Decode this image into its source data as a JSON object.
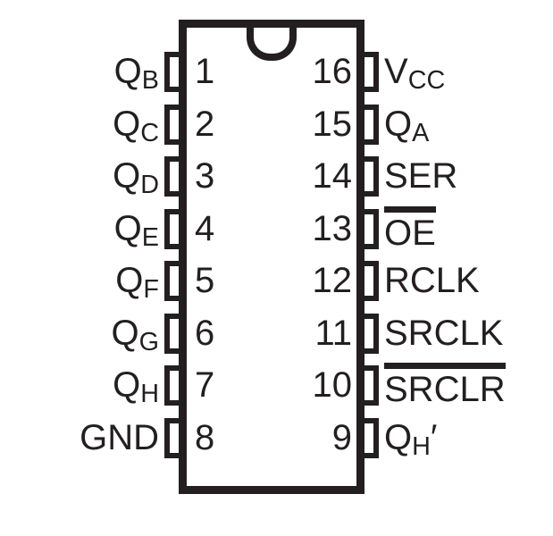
{
  "colors": {
    "ink": "#231f20",
    "background": "#ffffff"
  },
  "icons": {
    "index_notch": "half-circle-notch"
  },
  "chip": {
    "left_pins": [
      {
        "num": "1",
        "base": "Q",
        "sub": "B",
        "overline": false
      },
      {
        "num": "2",
        "base": "Q",
        "sub": "C",
        "overline": false
      },
      {
        "num": "3",
        "base": "Q",
        "sub": "D",
        "overline": false
      },
      {
        "num": "4",
        "base": "Q",
        "sub": "E",
        "overline": false
      },
      {
        "num": "5",
        "base": "Q",
        "sub": "F",
        "overline": false
      },
      {
        "num": "6",
        "base": "Q",
        "sub": "G",
        "overline": false
      },
      {
        "num": "7",
        "base": "Q",
        "sub": "H",
        "overline": false
      },
      {
        "num": "8",
        "base": "GND",
        "sub": "",
        "overline": false
      }
    ],
    "right_pins": [
      {
        "num": "16",
        "base": "V",
        "sub": "CC",
        "overline": false
      },
      {
        "num": "15",
        "base": "Q",
        "sub": "A",
        "overline": false
      },
      {
        "num": "14",
        "base": "SER",
        "sub": "",
        "overline": false
      },
      {
        "num": "13",
        "base": "OE",
        "sub": "",
        "overline": true
      },
      {
        "num": "12",
        "base": "RCLK",
        "sub": "",
        "overline": false
      },
      {
        "num": "11",
        "base": "SRCLK",
        "sub": "",
        "overline": false
      },
      {
        "num": "10",
        "base": "SRCLR",
        "sub": "",
        "overline": true
      },
      {
        "num": "9",
        "base": "Q",
        "sub": "H",
        "suffix": "′",
        "overline": false
      }
    ]
  }
}
